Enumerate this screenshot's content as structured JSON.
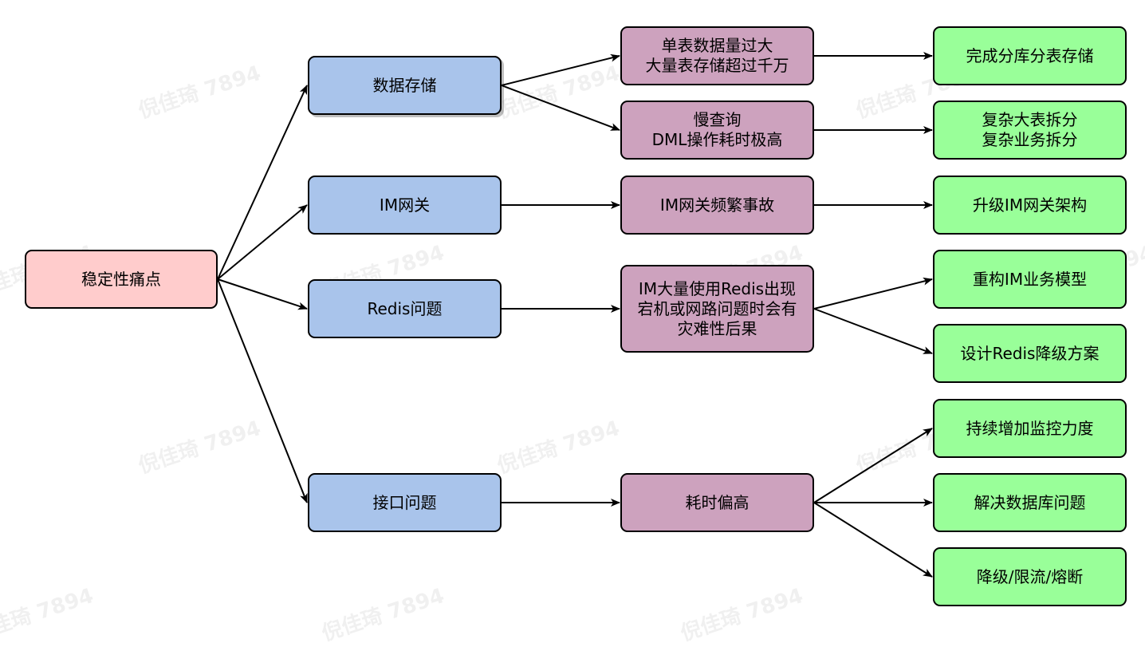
{
  "root": {
    "label": "稳定性痛点",
    "color": "#ffcccc"
  },
  "categories": [
    {
      "id": "cat-storage",
      "label": "数据存储"
    },
    {
      "id": "cat-im-gateway",
      "label": "IM网关"
    },
    {
      "id": "cat-redis",
      "label": "Redis问题"
    },
    {
      "id": "cat-api",
      "label": "接口问题"
    }
  ],
  "problems": [
    {
      "id": "prob-single-table",
      "label": "单表数据量过大\n大量表存储超过千万"
    },
    {
      "id": "prob-slow-query",
      "label": "慢查询\nDML操作耗时极高"
    },
    {
      "id": "prob-gateway-incident",
      "label": "IM网关频繁事故"
    },
    {
      "id": "prob-redis-heavy",
      "label": "IM大量使用Redis出现\n宕机或网路问题时会有\n灾难性后果"
    },
    {
      "id": "prob-latency",
      "label": "耗时偏高"
    }
  ],
  "solutions": [
    {
      "id": "sol-sharding",
      "label": "完成分库分表存储"
    },
    {
      "id": "sol-split",
      "label": "复杂大表拆分\n复杂业务拆分"
    },
    {
      "id": "sol-upgrade-gateway",
      "label": "升级IM网关架构"
    },
    {
      "id": "sol-rebuild-model",
      "label": "重构IM业务模型"
    },
    {
      "id": "sol-redis-degrade",
      "label": "设计Redis降级方案"
    },
    {
      "id": "sol-monitoring",
      "label": "持续增加监控力度"
    },
    {
      "id": "sol-db-issues",
      "label": "解决数据库问题"
    },
    {
      "id": "sol-degrade-limit",
      "label": "降级/限流/熔断"
    }
  ],
  "edges": [
    [
      "root",
      "cat-storage"
    ],
    [
      "root",
      "cat-im-gateway"
    ],
    [
      "root",
      "cat-redis"
    ],
    [
      "root",
      "cat-api"
    ],
    [
      "cat-storage",
      "prob-single-table"
    ],
    [
      "cat-storage",
      "prob-slow-query"
    ],
    [
      "cat-im-gateway",
      "prob-gateway-incident"
    ],
    [
      "cat-redis",
      "prob-redis-heavy"
    ],
    [
      "cat-api",
      "prob-latency"
    ],
    [
      "prob-single-table",
      "sol-sharding"
    ],
    [
      "prob-slow-query",
      "sol-split"
    ],
    [
      "prob-gateway-incident",
      "sol-upgrade-gateway"
    ],
    [
      "prob-redis-heavy",
      "sol-rebuild-model"
    ],
    [
      "prob-redis-heavy",
      "sol-redis-degrade"
    ],
    [
      "prob-latency",
      "sol-monitoring"
    ],
    [
      "prob-latency",
      "sol-db-issues"
    ],
    [
      "prob-latency",
      "sol-degrade-limit"
    ]
  ],
  "watermark": "倪佳琦 7894",
  "colors": {
    "category": "#a9c4eb",
    "problem": "#cda2be",
    "solution": "#99ff99",
    "line": "#000000"
  }
}
